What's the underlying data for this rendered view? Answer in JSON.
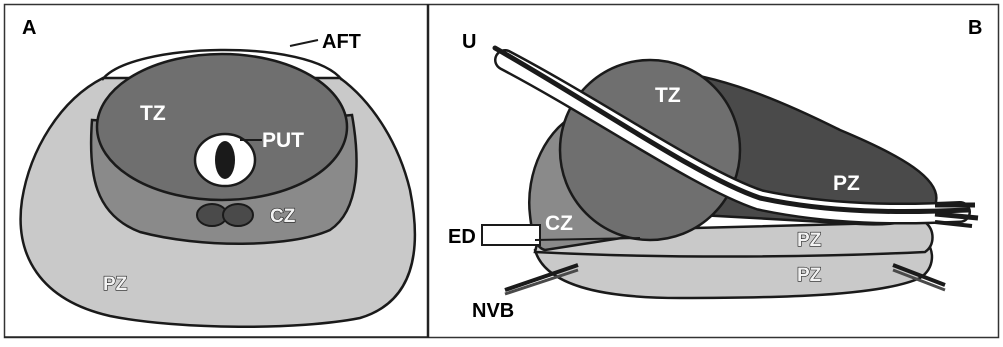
{
  "figure": {
    "panel_a": {
      "letter": "A",
      "labels": {
        "aft": "AFT",
        "tz": "TZ",
        "put": "PUT",
        "cz": "CZ",
        "pz": "PZ"
      }
    },
    "panel_b": {
      "letter": "B",
      "labels": {
        "u": "U",
        "tz": "TZ",
        "pz_upper": "PZ",
        "cz": "CZ",
        "ed": "ED",
        "pz_middle": "PZ",
        "pz_lower": "PZ",
        "nvb": "NVB"
      }
    }
  },
  "colors": {
    "light_zone": "#c9c9c9",
    "medium_zone": "#8a8a8a",
    "tz_zone": "#6f6f6f",
    "dark_zone": "#4a4a4a",
    "outline": "#1a1a1a"
  }
}
